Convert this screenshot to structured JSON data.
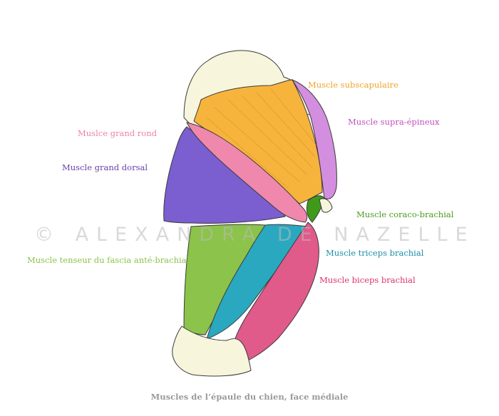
{
  "labels": {
    "subscapulaire": {
      "text": "Muscle subscapulaire",
      "color": "#f0a42a"
    },
    "supra_epineux": {
      "text": "Muscle supra-épineux",
      "color": "#c04fc0"
    },
    "grand_rond": {
      "text": "Muslce grand rond",
      "color": "#ef7fa8"
    },
    "grand_dorsal": {
      "text": "Muscle grand dorsal",
      "color": "#6a3fa8"
    },
    "coraco_brachial": {
      "text": "Muscle coraco-brachial",
      "color": "#4a9a1e"
    },
    "triceps_brachial": {
      "text": "Muscle triceps brachial",
      "color": "#1b8ea8"
    },
    "biceps_brachial": {
      "text": "Muscle biceps brachial",
      "color": "#d8336a"
    },
    "tenseur_fascia": {
      "text": "Muscle tenseur du fascia anté-brachial",
      "color": "#8cc34a"
    }
  },
  "watermark": "© ALEXANDRA DE NAZELLE",
  "caption": "Muscles de l’épaule du chien, face médiale",
  "colors": {
    "bone": "#f7f5dc",
    "subscapulaire": "#f7b43c",
    "supra_epineux": "#d48ee0",
    "grand_rond": "#ef88ac",
    "grand_dorsal": "#7b5ed0",
    "coraco_brachial": "#3f9a1a",
    "triceps_brachial": "#2aa8c0",
    "biceps_brachial": "#e05a8a",
    "tenseur_fascia": "#8cc34a",
    "outline": "#3a3a3a"
  }
}
